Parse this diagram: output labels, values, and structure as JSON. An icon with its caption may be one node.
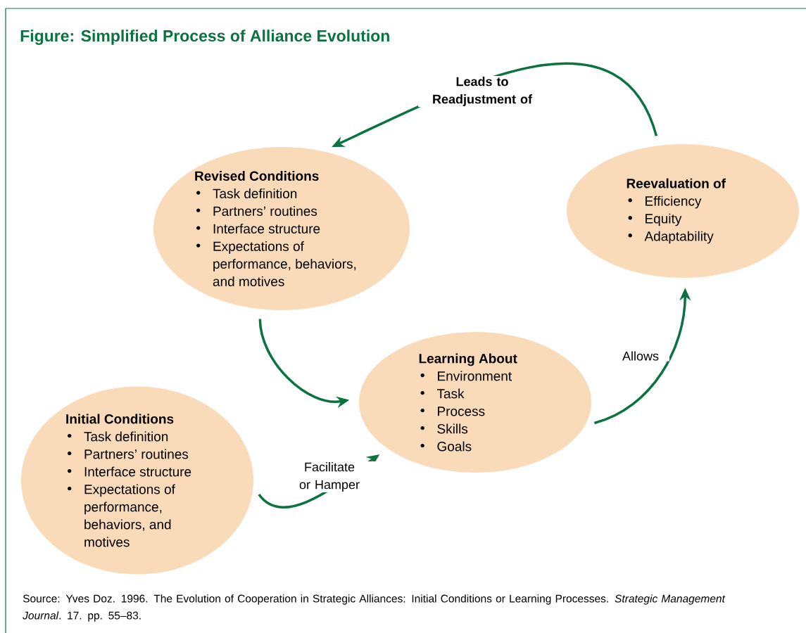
{
  "diagram": {
    "title": "Figure:  Simplified Process of Alliance Evolution",
    "nodes": [
      {
        "text": [
          "Revised Conditions",
          "Task definition",
          "Partners’ routines",
          "Interface structure",
          "Expectations of performance, behaviors, and motives"
        ]
      },
      {
        "text": [
          "Reevaluation of",
          "Efficiency",
          "Equity",
          "Adaptability"
        ]
      },
      {
        "text": [
          "Learning About",
          "Environment",
          "Task",
          "Process",
          "Skills",
          "Goals"
        ]
      },
      {
        "text": [
          "Initial Conditions",
          "Task definition",
          "Partners’ routines",
          "Interface structure",
          "Expectations of performance, behaviors, and motives"
        ]
      }
    ],
    "edges": [
      {
        "from": 1,
        "to": 0,
        "arrow": "to",
        "label": "Leads to Readjustment of"
      },
      {
        "from": 0,
        "to": 2,
        "arrow": "to"
      },
      {
        "from": 3,
        "to": 2,
        "arrow": "to",
        "label": "Facilitate or Hamper"
      },
      {
        "from": 2,
        "to": 1,
        "arrow": "to",
        "label": "Allows"
      }
    ],
    "caption": "Source: Yves Doz. 1996. The Evolution of Cooperation in Strategic Alliances: Initial Conditions or Learning Processes. *Strategic Management Journal*. 17. pp. 55–83."
  }
}
